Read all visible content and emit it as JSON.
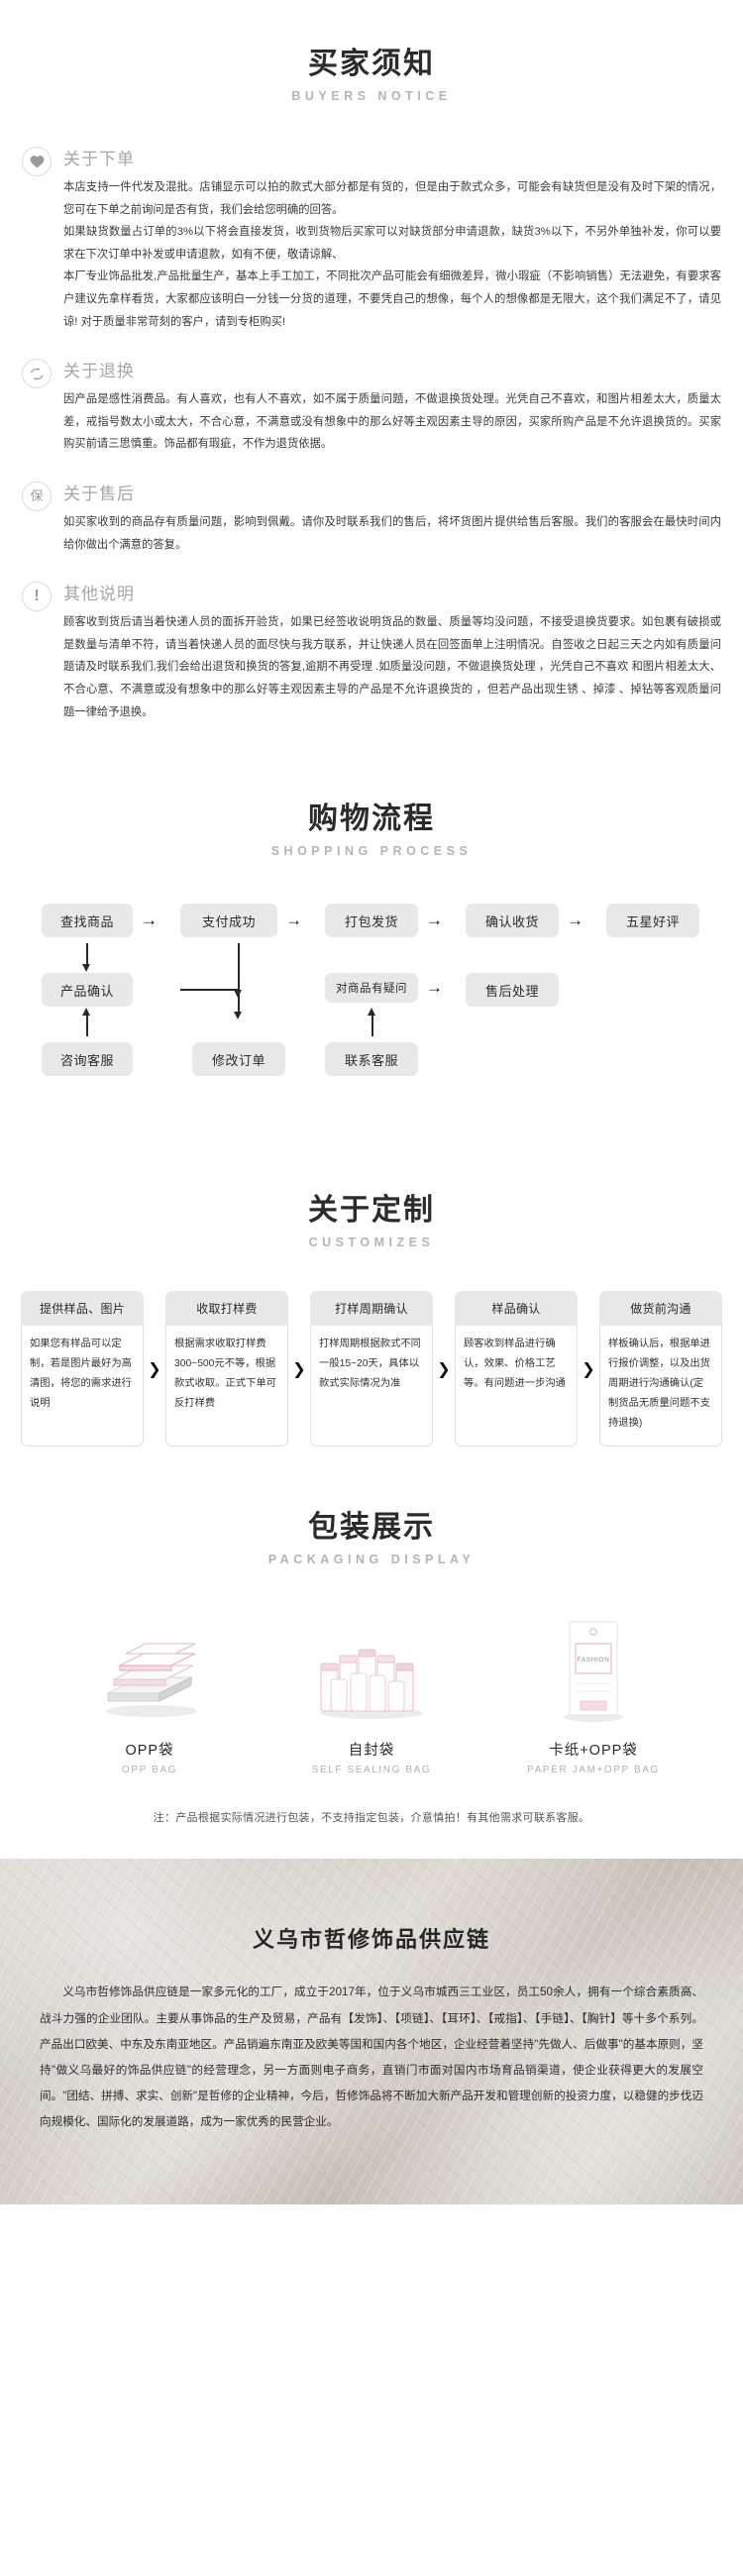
{
  "buyers_notice": {
    "title_cn": "买家须知",
    "title_en": "BUYERS NOTICE",
    "items": [
      {
        "icon": "heart-icon",
        "title": "关于下单",
        "paragraphs": [
          "本店支持一件代发及混批。店铺显示可以拍的款式大部分都是有货的，但是由于款式众多，可能会有缺货但是没有及时下架的情况，您可在下单之前询问是否有货，我们会给您明确的回答。",
          "如果缺货数量占订单的3%以下将会直接发货，收到货物后买家可以对缺货部分申请退款，缺货3%以下，不另外单独补发，你可以要求在下次订单中补发或申请退款，如有不便，敬请谅解、",
          "本厂专业饰品批发,产品批量生产，基本上手工加工，不同批次产品可能会有细微差异，微小瑕疵（不影响销售）无法避免，有要求客户建议先拿样看货，大家都应该明白一分钱一分货的道理，不要凭自己的想像，每个人的想像都是无限大，这个我们满足不了，请见谅! 对于质量非常苛刻的客户，请到专柜购买!"
        ]
      },
      {
        "icon": "exchange-icon",
        "title": "关于退换",
        "paragraphs": [
          "因产品是感性消费品。有人喜欢，也有人不喜欢，如不属于质量问题，不做退换货处理。光凭自己不喜欢，和图片相差太大，质量太差，戒指号数太小或太大，不合心意，不满意或没有想象中的那么好等主观因素主导的原因，买家所购产品是不允许退换货的。买家购买前请三思慎重。饰品都有瑕疵，不作为退货依据。"
        ]
      },
      {
        "icon": "guarantee-icon",
        "title": "关于售后",
        "paragraphs": [
          "如买家收到的商品存有质量问题，影响到佩戴。请你及时联系我们的售后，将坏货图片提供给售后客服。我们的客服会在最快时间内给你做出个满意的答复。"
        ]
      },
      {
        "icon": "exclamation-icon",
        "title": "其他说明",
        "paragraphs": [
          "顾客收到货后请当着快递人员的面拆开验货，如果已经签收说明货品的数量、质量等均没问题，不接受退换货要求。如包裹有破损或是数量与清单不符，请当着快递人员的面尽快与我方联系，并让快递人员在回签面单上注明情况。自签收之日起三天之内如有质量问题请及时联系我们,我们会给出退货和换货的答复,逾期不再受理 .如质量没问题，不做退换货处理 ，光凭自己不喜欢 和图片相差太大、不合心意、不满意或没有想象中的那么好等主观因素主导的产品是不允许退换货的 ，但若产品出现生锈 、掉漆 、掉钻等客观质量问题一律给予退换。"
        ]
      }
    ]
  },
  "shopping_process": {
    "title_cn": "购物流程",
    "title_en": "SHOPPING PROCESS",
    "nodes": {
      "n1": "查找商品",
      "n2": "支付成功",
      "n3": "打包发货",
      "n4": "确认收货",
      "n5": "五星好评",
      "n6": "产品确认",
      "n7": "对商品有疑问",
      "n8": "售后处理",
      "n9": "咨询客服",
      "n10": "修改订单",
      "n11": "联系客服"
    },
    "arrow_glyph": "→"
  },
  "customizes": {
    "title_cn": "关于定制",
    "title_en": "CUSTOMIZES",
    "chevron": "❯",
    "steps": [
      {
        "head": "提供样品、图片",
        "body": "如果您有样品可以定制，若是图片最好为高清图，将您的需求进行说明"
      },
      {
        "head": "收取打样费",
        "body": "根据需求收取打样费300~500元不等，根据款式收取。正式下单可反打样费"
      },
      {
        "head": "打样周期确认",
        "body": "打样周期根据款式不同一般15~20天，具体以款式实际情况为准"
      },
      {
        "head": "样品确认",
        "body": "顾客收到样品进行确认，效果、价格工艺等。有问题进一步沟通"
      },
      {
        "head": "做货前沟通",
        "body": "样板确认后，根据单进行报价调整，以及出货周期进行沟通确认(定制货品无质量问题不支持退换)"
      }
    ]
  },
  "packaging": {
    "title_cn": "包装展示",
    "title_en": "PACKAGING DISPLAY",
    "items": [
      {
        "cn": "OPP袋",
        "en": "OPP  BAG",
        "art": "opp-bag-photo"
      },
      {
        "cn": "自封袋",
        "en": "SELF  SEALING  BAG",
        "art": "self-sealing-bag-photo"
      },
      {
        "cn": "卡纸+OPP袋",
        "en": "PAPER  JAM+OPP  BAG",
        "art": "paper-card-opp-bag-photo",
        "card_label": "FASHION"
      }
    ],
    "note": "注：产品根据实际情况进行包装，不支持指定包装，介意慎拍！有其他需求可联系客服。"
  },
  "company": {
    "title": "义乌市哲修饰品供应链",
    "paragraphs": [
      "义乌市哲修饰品供应链是一家多元化的工厂，成立于2017年，位于义乌市城西三工业区，员工50余人，拥有一个综合素质高、战斗力强的企业团队。主要从事饰品的生产及贸易，产品有【发饰】、【项链】、【耳环】、【戒指】、【手链】、【胸针】等十多个系列。产品出口欧美、中东及东南亚地区。产品销遍东南亚及欧美等国和国内各个地区，企业经营着坚持\"先做人、后做事\"的基本原则，坚持\"做义乌最好的饰品供应链\"的经营理念，另一方面则电子商务，直销门市面对国内市场育品销渠道，使企业获得更大的发展空间。\"团结、拼搏、求实、创新\"是哲修的企业精神，今后，哲修饰品将不断加大新产品开发和管理创新的投资力度，以稳健的步伐迈向规模化、国际化的发展道路，成为一家优秀的民营企业。"
    ]
  },
  "colors": {
    "node_bg": "#e8e8e8",
    "title_dark": "#2b2b2b",
    "subtitle_gray": "#b4b4b4",
    "notice_title_gray": "#a6a6a6"
  }
}
